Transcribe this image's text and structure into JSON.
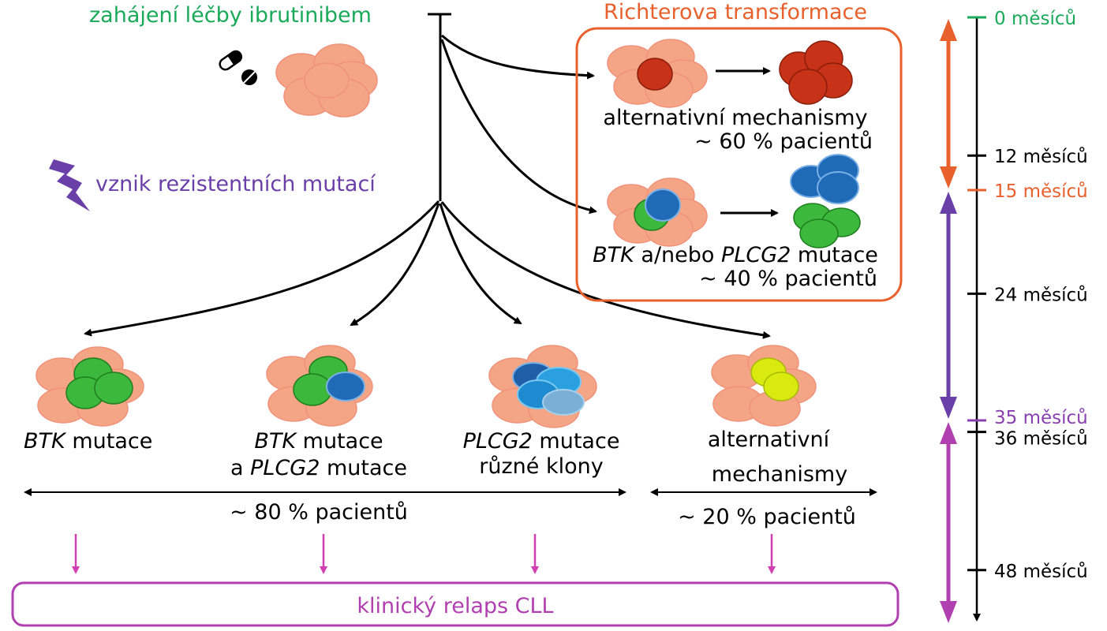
{
  "header": {
    "start_label": "zahájení léčby ibrutinibem",
    "resistance_label": "vznik rezistentních mutací"
  },
  "richter": {
    "title": "Richterova transformace",
    "alt_label": "alternativní mechanismy",
    "alt_pct": "~ 60 % pacientů",
    "mut_gene1": "BTK",
    "mut_mid": " a/nebo ",
    "mut_gene2": "PLCG2",
    "mut_tail": " mutace",
    "mut_pct": "~ 40 % pacientů"
  },
  "outcomes": [
    {
      "gene": "BTK",
      "text": " mutace",
      "line2": ""
    },
    {
      "gene": "BTK",
      "text": " mutace",
      "line2_pre": "a ",
      "line2_gene": "PLCG2",
      "line2_post": " mutace"
    },
    {
      "gene": "PLCG2",
      "text": " mutace",
      "line2_plain": "různé klony"
    },
    {
      "line1_plain": "alternativní",
      "line2_plain": "mechanismy"
    }
  ],
  "groups": {
    "left_pct": "~ 80 % pacientů",
    "right_pct": "~ 20 % pacientů"
  },
  "relapse": {
    "label": "klinický relaps CLL"
  },
  "timeline": {
    "ticks": [
      {
        "label": "0 měsíců",
        "months": 0,
        "color": "#1aaa5a"
      },
      {
        "label": "12 měsíců",
        "months": 12,
        "color": "#000000"
      },
      {
        "label": "15 měsíců",
        "months": 15,
        "color": "#e8602c"
      },
      {
        "label": "24 měsíců",
        "months": 24,
        "color": "#000000"
      },
      {
        "label": "35 měsíců",
        "months": 35,
        "color": "#8a3fb0"
      },
      {
        "label": "36 měsíců",
        "months": 36,
        "color": "#000000"
      },
      {
        "label": "48 měsíců",
        "months": 48,
        "color": "#000000"
      }
    ],
    "ranges": [
      {
        "from": 0,
        "to": 15,
        "color": "#e8602c"
      },
      {
        "from": 15,
        "to": 35,
        "color": "#6a3fa8"
      },
      {
        "from": 35,
        "to": 48,
        "color": "#b03fb0"
      }
    ]
  },
  "colors": {
    "green_text": "#1aaa5a",
    "orange": "#e8602c",
    "purple": "#6a3fa8",
    "magenta": "#c040b0",
    "salmon": "#f4a585",
    "red_cell": "#c83218",
    "green_cell": "#3cb83c",
    "blue_cell": "#1f6bb8",
    "light_blue_cell": "#2aa0e0",
    "yellow_cell": "#d8ea10"
  }
}
